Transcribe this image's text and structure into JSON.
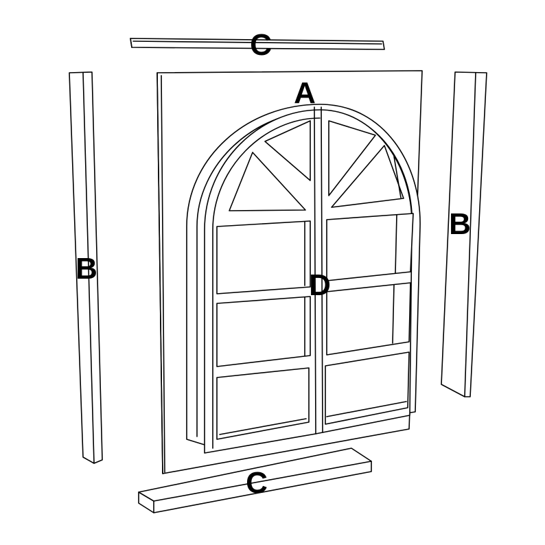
{
  "labels": {
    "top_rail": "C",
    "arch": "A",
    "left_stile": "B",
    "right_stile": "B",
    "sash_center": "D",
    "bottom_rail": "C"
  },
  "colors": {
    "line": "#000000",
    "fill": "#ffffff"
  }
}
